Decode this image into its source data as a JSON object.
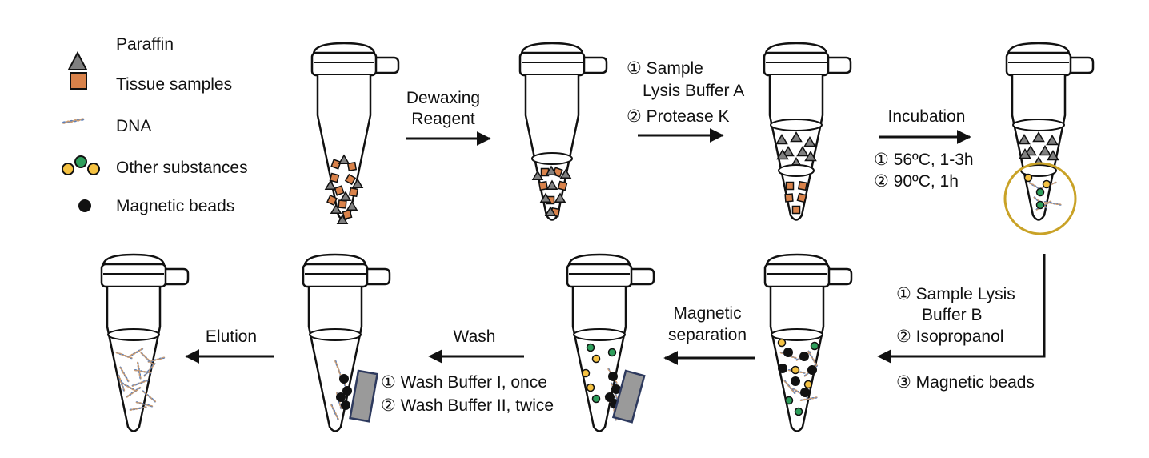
{
  "legend": {
    "paraffin": "Paraffin",
    "tissue": "Tissue samples",
    "dna": "DNA",
    "other": "Other substances",
    "beads": "Magnetic beads"
  },
  "steps": {
    "s1": {
      "line1": "Dewaxing",
      "line2": "Reagent"
    },
    "s2": {
      "line1": "① Sample",
      "line2": "Lysis Buffer A",
      "line3": "② Protease K"
    },
    "s3": {
      "top": "Incubation",
      "line1": "① 56ºC, 1-3h",
      "line2": "② 90ºC, 1h"
    },
    "s4": {
      "line1": "① Sample Lysis",
      "line2": "Buffer B",
      "line3": "② Isopropanol",
      "line4": "③ Magnetic beads"
    },
    "s5": {
      "line1": "Magnetic",
      "line2": "separation"
    },
    "s6": {
      "top": "Wash",
      "line1": "① Wash Buffer I, once",
      "line2": "② Wash Buffer II, twice"
    },
    "s7": {
      "top": "Elution"
    }
  },
  "colors": {
    "paraffin": "#808080",
    "tissue": "#d9824a",
    "yellow": "#f5c242",
    "green": "#2e9e5b",
    "bead": "#111111",
    "magnet": "#9a9a9a",
    "magnet_edge": "#2e3a5e",
    "highlight": "#c9a227",
    "dna_blue": "#5b7fb8",
    "dna_tan": "#c89b73"
  }
}
